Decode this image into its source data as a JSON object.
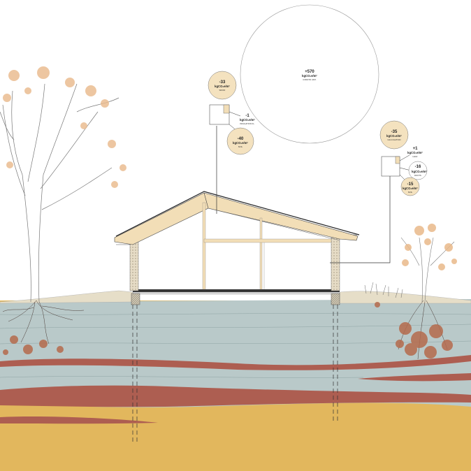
{
  "diagram": {
    "credit_text": "",
    "colors": {
      "soil_blue": "#b9c9c9",
      "clay_red": "#ad5e51",
      "sand_yellow": "#e2b75d",
      "timber": "#f2deb7",
      "foliage": "#e9b98a",
      "circle_fill": "#f4e2bf"
    },
    "main_circle": {
      "value": "+570",
      "unit": "kgCO₂e/m²",
      "caption": "CONSTR. MAT."
    },
    "left_cluster": {
      "top": {
        "value": "-33",
        "unit": "kgCO₂e/m²",
        "caption": "WOOD"
      },
      "side": {
        "value": "-1",
        "unit": "kgCO₂e/m²",
        "caption": "INSULATION FL."
      },
      "bottom": {
        "value": "-40",
        "unit": "kgCO₂e/m²",
        "caption": "SOIL"
      }
    },
    "right_cluster": {
      "top": {
        "value": "-35",
        "unit": "kgCO₂e/m²",
        "caption": "CALCULATION"
      },
      "side_a": {
        "value": "+1",
        "unit": "kgCO₂e/m²",
        "caption": "LEAF"
      },
      "side_b": {
        "value": "-16",
        "unit": "kgCO₂e/m²",
        "caption": "ROOTS"
      },
      "bottom": {
        "value": "-15",
        "unit": "kgCO₂e/m²",
        "caption": "SOIL"
      }
    }
  }
}
